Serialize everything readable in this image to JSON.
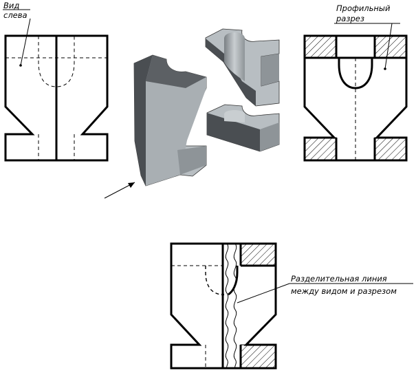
{
  "labels": {
    "left_view_line1": "Вид",
    "left_view_line2": "слева",
    "profile_section_line1": "Профильный",
    "profile_section_line2": "разрез",
    "dividing_line_line1": "Разделительная линия",
    "dividing_line_line2": "между видом и разрезом"
  },
  "colors": {
    "line": "#000000",
    "solid_light": "#b8bec2",
    "solid_mid": "#8e9498",
    "solid_dark": "#4a4e52"
  }
}
